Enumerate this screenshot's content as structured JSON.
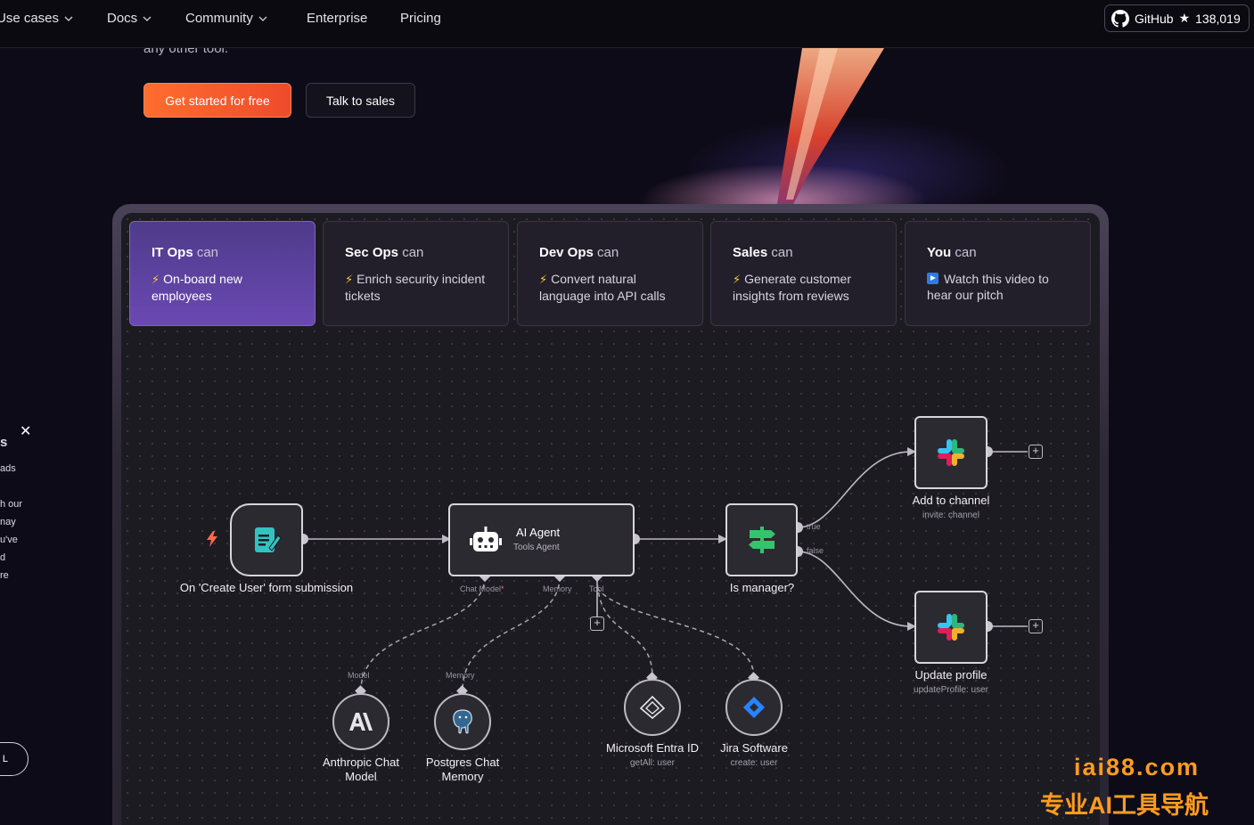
{
  "nav": {
    "items": [
      {
        "label": "Use cases",
        "dropdown": true
      },
      {
        "label": "Docs",
        "dropdown": true
      },
      {
        "label": "Community",
        "dropdown": true
      },
      {
        "label": "Enterprise",
        "dropdown": false
      },
      {
        "label": "Pricing",
        "dropdown": false
      }
    ],
    "github": {
      "label": "GitHub",
      "star": "★",
      "stars": "138,019",
      "icon": "github-icon"
    }
  },
  "hero": {
    "subtext": "any other tool.",
    "primary_button": "Get started for free",
    "secondary_button": "Talk to sales"
  },
  "side_widget": {
    "title": "s",
    "lines": [
      "ads",
      "",
      "h our",
      "nay",
      "u've",
      "d",
      "re"
    ],
    "close_icon": "✕",
    "pill_label": "L"
  },
  "tabs": [
    {
      "team": "IT Ops",
      "suffix": "can",
      "icon": "bolt-icon",
      "desc": "On-board new employees",
      "active": true
    },
    {
      "team": "Sec Ops",
      "suffix": "can",
      "icon": "bolt-icon",
      "desc": "Enrich security incident tickets",
      "active": false
    },
    {
      "team": "Dev Ops",
      "suffix": "can",
      "icon": "bolt-icon",
      "desc": "Convert natural language into API calls",
      "active": false
    },
    {
      "team": "Sales",
      "suffix": "can",
      "icon": "bolt-icon",
      "desc": "Generate customer insights from reviews",
      "active": false
    },
    {
      "team": "You",
      "suffix": "can",
      "icon": "play-icon",
      "desc": "Watch this video to hear our pitch",
      "active": false
    }
  ],
  "workflow": {
    "trigger": {
      "label": "On 'Create User' form submission",
      "icon": "form-icon"
    },
    "agent": {
      "title": "AI Agent",
      "subtitle": "Tools Agent",
      "icon": "robot-icon",
      "ports": {
        "chat_model": "Chat Model",
        "required_mark": "*",
        "memory": "Memory",
        "tool": "Tool"
      }
    },
    "condition": {
      "label": "Is manager?",
      "icon": "signpost-icon",
      "true_label": "true",
      "false_label": "false"
    },
    "slack_add": {
      "label": "Add to channel",
      "sub": "invite: channel",
      "icon": "slack-icon"
    },
    "slack_update": {
      "label": "Update profile",
      "sub": "updateProfile: user",
      "icon": "slack-icon"
    },
    "anthropic": {
      "label": "Anthropic Chat Model",
      "port": "Model",
      "icon": "anthropic-icon"
    },
    "postgres": {
      "label": "Postgres Chat Memory",
      "port": "Memory",
      "icon": "postgres-icon"
    },
    "entra": {
      "label": "Microsoft Entra ID",
      "sub": "getAll: user",
      "icon": "entra-icon"
    },
    "jira": {
      "label": "Jira Software",
      "sub": "create: user",
      "icon": "jira-icon"
    }
  },
  "watermark": {
    "line1": "iai88.com",
    "line2": "专业AI工具导航"
  }
}
